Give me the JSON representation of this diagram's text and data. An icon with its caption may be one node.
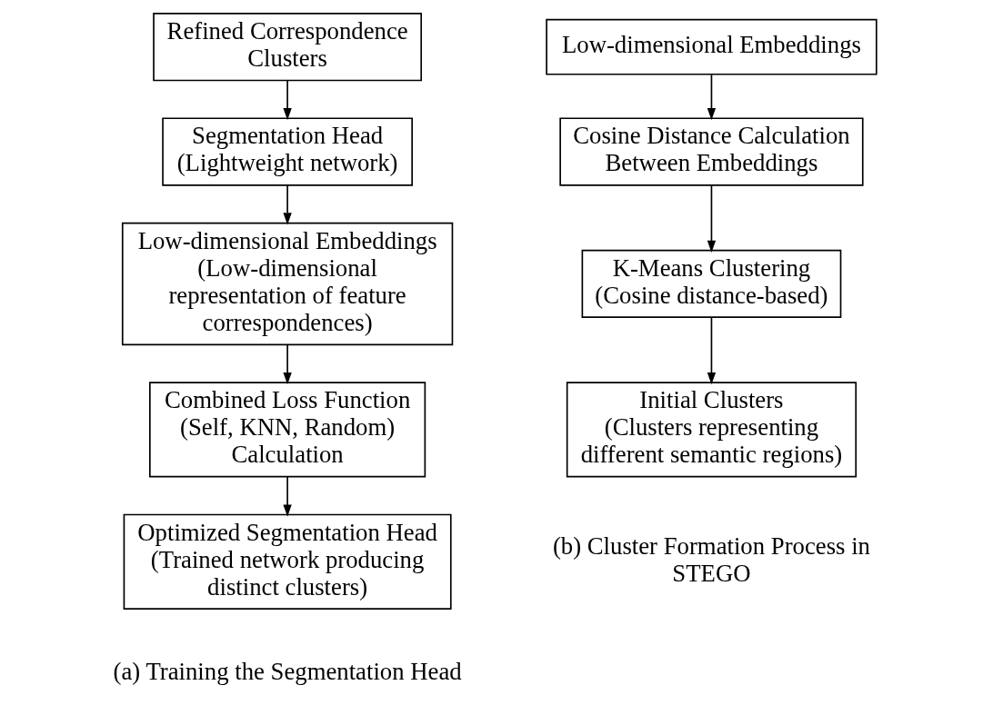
{
  "diagram": {
    "nodes": [
      {
        "text": [
          "Refined Correspondence Clusters"
        ]
      },
      {
        "text": [
          "Segmentation Head",
          "(Lightweight network)"
        ]
      },
      {
        "text": [
          "Low-dimensional Embeddings",
          "(Low-dimensional representation of feature correspondences)"
        ]
      },
      {
        "text": [
          "Combined Loss Function",
          "(Self, KNN, Random) Calculation"
        ]
      },
      {
        "text": [
          "Optimized Segmentation Head",
          "(Trained network producing distinct clusters)"
        ]
      },
      {
        "text": [
          "Low-dimensional Embeddings"
        ]
      },
      {
        "text": [
          "Cosine Distance Calculation Between Embeddings"
        ]
      },
      {
        "text": [
          "K-Means Clustering",
          "(Cosine distance-based)"
        ]
      },
      {
        "text": [
          "Initial Clusters",
          "(Clusters representing different semantic regions)"
        ]
      }
    ],
    "edges": [
      {
        "from": 0,
        "to": 1,
        "arrow": "to"
      },
      {
        "from": 1,
        "to": 2,
        "arrow": "to"
      },
      {
        "from": 2,
        "to": 3,
        "arrow": "to"
      },
      {
        "from": 3,
        "to": 4,
        "arrow": "to"
      },
      {
        "from": 5,
        "to": 6,
        "arrow": "to"
      },
      {
        "from": 6,
        "to": 7,
        "arrow": "to"
      },
      {
        "from": 7,
        "to": 8,
        "arrow": "to"
      }
    ],
    "labels": [
      "(a) Training the Segmentation Head",
      "(b) Cluster Formation Process in STEGO"
    ]
  }
}
